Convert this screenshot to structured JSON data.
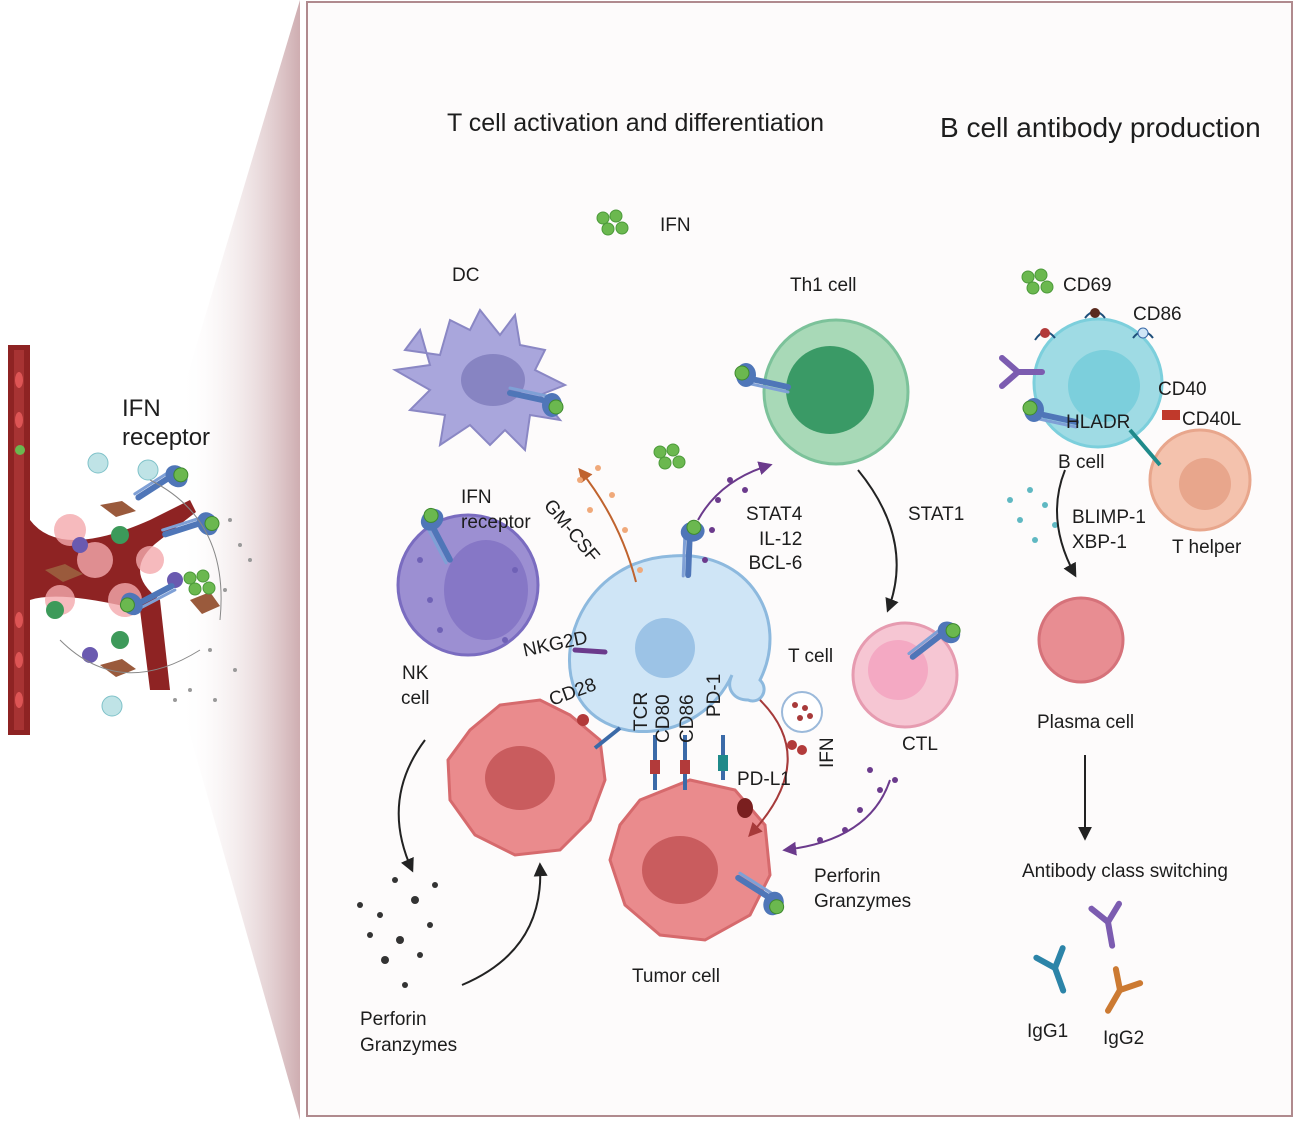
{
  "titles": {
    "t_cell": "T cell activation and differentiation",
    "b_cell": "B cell antibody production"
  },
  "left_panel": {
    "ifn_receptor": "IFN\nreceptor"
  },
  "labels": {
    "ifn_top": "IFN",
    "dc": "DC",
    "th1": "Th1 cell",
    "ifn_receptor": "IFN\nreceptor",
    "gm_csf": "GM-CSF",
    "stat4_block": "STAT4\nIL-12\nBCL-6",
    "stat1": "STAT1",
    "nk_cell": "NK\ncell",
    "nkg2d": "NKG2D",
    "t_cell": "T cell",
    "cd28": "CD28",
    "tcr": "TCR",
    "cd80": "CD80",
    "cd86": "CD86",
    "pd1": "PD-1",
    "ifn_vertical": "IFN",
    "pd_l1": "PD-L1",
    "ctl": "CTL",
    "perforin_right": "Perforin\nGranzymes",
    "perforin_left": "Perforin\nGranzymes",
    "tumor_cell": "Tumor cell"
  },
  "b_labels": {
    "cd69": "CD69",
    "cd86": "CD86",
    "cd40": "CD40",
    "cd40l": "CD40L",
    "hladr": "HLADR",
    "b_cell": "B cell",
    "blimp": "BLIMP-1\nXBP-1",
    "t_helper": "T helper",
    "plasma_cell": "Plasma cell",
    "class_switch": "Antibody class switching",
    "igg1": "IgG1",
    "igg2": "IgG2"
  },
  "colors": {
    "vessel": "#8e2323",
    "frame": "#b08a8e",
    "ifn_green": "#6bb84f",
    "receptor_blue": "#4f76b8",
    "dc": "#a9a6dc",
    "nk": "#9c8fd2",
    "tcell": "#cfe5f6",
    "th1": "#7cc29a",
    "ctl": "#f6c6d3",
    "tumor": "#ea8b8d",
    "bcell": "#7ccfdc",
    "thelper": "#f4c2ad",
    "plasma": "#e88d92",
    "igg1": "#2c84a8",
    "igg2": "#cc7a32",
    "igg_purple": "#7c5cb0"
  }
}
